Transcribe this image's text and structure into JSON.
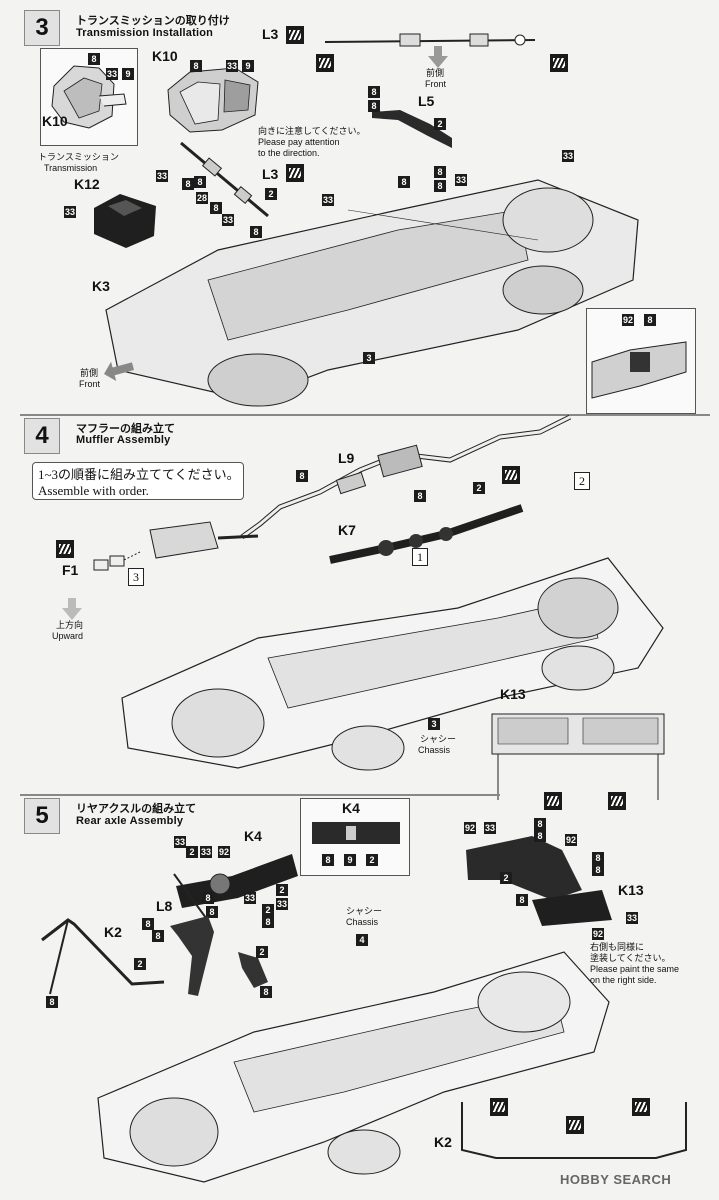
{
  "steps": [
    {
      "number": "3",
      "title_jp": "トランスミッションの取り付け",
      "title_en": "Transmission Installation"
    },
    {
      "number": "4",
      "title_jp": "マフラーの組み立て",
      "title_en": "Muffler Assembly"
    },
    {
      "number": "5",
      "title_jp": "リヤアクスルの組み立て",
      "title_en": "Rear axle Assembly"
    }
  ],
  "step3": {
    "k10": "K10",
    "k10_inset": "K10",
    "k12": "K12",
    "k3": "K3",
    "l3_top": "L3",
    "l3_mid": "L3",
    "l5": "L5",
    "transmission_jp": "トランスミッション",
    "transmission_en": "Transmission",
    "front_jp": "前側",
    "front_en": "Front",
    "front2_jp": "前側",
    "front2_en": "Front",
    "attention_jp": "向きに注意してください。",
    "attention_en_1": "Please pay attention",
    "attention_en_2": "to the direction.",
    "inset_parts": [
      "92",
      "8"
    ],
    "chassis_part": "3"
  },
  "step4": {
    "l9": "L9",
    "k7": "K7",
    "f1": "F1",
    "k13": "K13",
    "order_jp": "1~3の順番に組み立ててください。",
    "order_en": "Assemble with order.",
    "upward_jp": "上方向",
    "upward_en": "Upward",
    "chassis_jp": "シャシー",
    "chassis_en": "Chassis",
    "chassis_part": "3",
    "order_1": "1",
    "order_2": "2",
    "order_3": "3"
  },
  "step5": {
    "k4": "K4",
    "k4_box_title": "K4",
    "l8": "L8",
    "k2": "K2",
    "k2_bottom": "K2",
    "k13": "K13",
    "chassis_jp": "シャシー",
    "chassis_en": "Chassis",
    "chassis_part": "4",
    "k4_parts": [
      "8",
      "9",
      "2"
    ],
    "paint_jp_1": "右側も同様に",
    "paint_jp_2": "塗装してください。",
    "paint_en_1": "Please paint the same",
    "paint_en_2": "on the right side."
  },
  "watermark": "HOBBY SEARCH"
}
